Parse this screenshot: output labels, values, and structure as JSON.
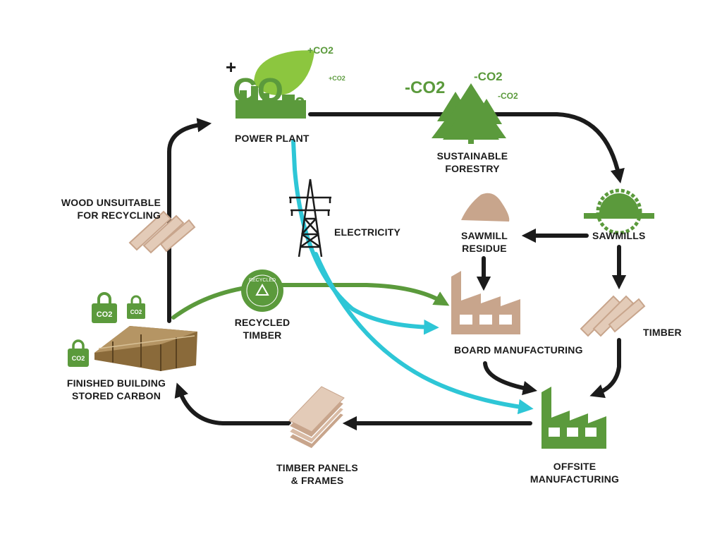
{
  "nodes": {
    "power_plant": {
      "label": "POWER PLANT"
    },
    "forestry": {
      "lines": [
        "SUSTAINABLE",
        "FORESTRY"
      ]
    },
    "sawmills": {
      "label": "SAWMILLS"
    },
    "sawmill_residue": {
      "lines": [
        "SAWMILL",
        "RESIDUE"
      ]
    },
    "electricity": {
      "label": "ELECTRICITY"
    },
    "timber": {
      "label": "TIMBER"
    },
    "board_manufacturing": {
      "label": "BOARD MANUFACTURING"
    },
    "offsite_manufacturing": {
      "lines": [
        "OFFSITE",
        "MANUFACTURING"
      ]
    },
    "timber_panels": {
      "lines": [
        "TIMBER PANELS",
        "& FRAMES"
      ]
    },
    "finished_building": {
      "lines": [
        "FINISHED BUILDING",
        "STORED CARBON"
      ]
    },
    "wood_unsuitable": {
      "lines": [
        "WOOD UNSUITABLE",
        "FOR RECYCLING"
      ]
    },
    "recycled_timber": {
      "lines": [
        "RECYCLED",
        "TIMBER"
      ]
    }
  },
  "co2": {
    "big": "CO",
    "big_sub": "2",
    "plus": "+",
    "small": "CO2",
    "minus_forest": [
      "-CO2",
      "-CO2",
      "-CO2"
    ],
    "lock_label": "CO2"
  },
  "badge": {
    "ring_text": "RECYCLED"
  },
  "colors": {
    "green": "#5b9a3c",
    "dark": "#1b1b1b",
    "cyan": "#2ec6d6",
    "tan": "#c8a58c",
    "light_green": "#8cc63f"
  },
  "icons": [
    "co2-plant-icon",
    "pine-trees-icon",
    "circular-saw-icon",
    "sawdust-pile-icon",
    "pylon-icon",
    "factory-icon",
    "timber-planks-icon",
    "panel-stack-icon",
    "building-frame-icon",
    "padlock-icon",
    "recycle-badge-icon"
  ]
}
